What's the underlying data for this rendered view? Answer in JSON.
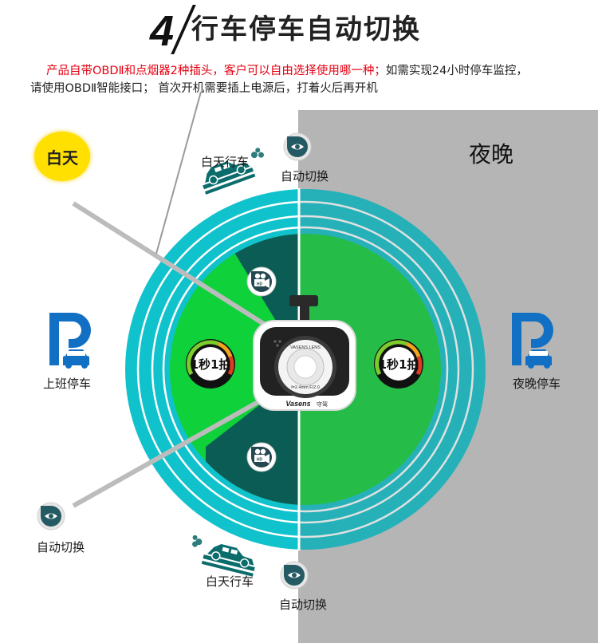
{
  "title": {
    "number": "4",
    "text": "行车停车自动切换"
  },
  "intro": {
    "red_text": "产品自带OBDⅡ和点烟器2种插头，客户可以自由选择使用哪一种；",
    "black_text_1": "如需实现24小时停车监控，",
    "black_text_2": "请使用OBDⅡ智能接口； 首次开机需要插上电源后，打着火后再开机"
  },
  "day_label": "白天",
  "night_label": "夜晚",
  "labels": {
    "day_driving_top": "白天行车",
    "auto_switch_top": "自动切换",
    "work_parking": "上班停车",
    "night_parking": "夜晚停车",
    "auto_switch_left": "自动切换",
    "day_driving_bottom": "白天行车",
    "auto_switch_bottom": "自动切换"
  },
  "timelapse_badge": "1秒1拍",
  "camera": {
    "brand": "Vasens",
    "brand_cn": "守驾",
    "lens_ring": "VASENS LENS",
    "lens_spec": "f=2.4mm F/2.0"
  },
  "hd_badge": "HD",
  "colors": {
    "outer_ring": "#10c2cc",
    "inner_green": "#0fd13a",
    "dark_sector": "#0b5c55",
    "night_gray": "#b5b5b5",
    "day_yellow": "#ffe000",
    "parking_blue": "#1170c4",
    "highlight_red": "#e60012"
  },
  "icons": [
    "eye-icon",
    "car-icon",
    "parking-icon",
    "moon-icon",
    "video-camera-icon",
    "dashcam-icon"
  ]
}
